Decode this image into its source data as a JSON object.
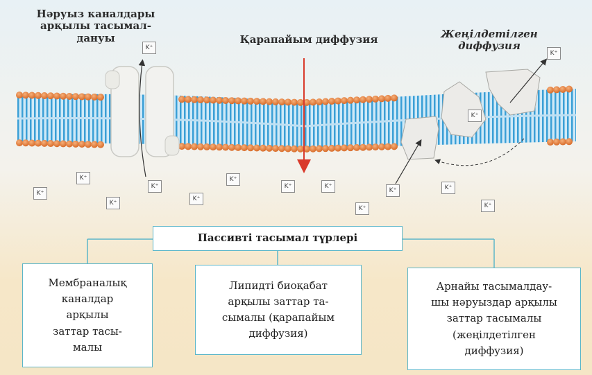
{
  "labels": {
    "channel_transport": [
      "Нәруыз каналдары",
      "арқылы тасымал-",
      "дануы"
    ],
    "simple_diffusion": "Қарапайым диффузия",
    "facilitated_diffusion": [
      "Жеңілдетілген",
      "диффузия"
    ]
  },
  "ion_label": "K⁺",
  "tree": {
    "root": "Пассивті тасымал түрлері",
    "children": [
      {
        "lines": [
          "Мембраналық",
          "каналдар",
          "арқылы",
          "заттар тасы-",
          "малы"
        ]
      },
      {
        "lines": [
          "Липидті биоқабат",
          "арқылы заттар та-",
          "сымалы (қарапайым",
          "диффузия)"
        ]
      },
      {
        "lines": [
          "Арнайы тасымалдау-",
          "шы нәруыздар арқылы",
          "заттар тасымалы",
          "(жеңілдетілген",
          "диффузия)"
        ]
      }
    ]
  },
  "colors": {
    "head": "#e8894a",
    "tail": "#3a9fd6",
    "connector": "#5bb6c9",
    "arrow": "#d93a2b"
  }
}
